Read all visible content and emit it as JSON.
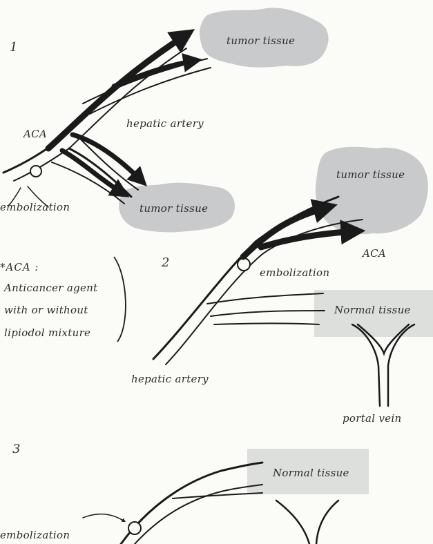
{
  "diagrams": {
    "d1": {
      "number": "1",
      "tumor_top": "tumor tissue",
      "tumor_bottom": "tumor tissue",
      "artery": "hepatic artery",
      "aca": "ACA",
      "embolization": "embolization"
    },
    "d2": {
      "number": "2",
      "tumor": "tumor tissue",
      "aca": "ACA",
      "embolization": "embolization",
      "normal": "Normal tissue",
      "artery": "hepatic artery",
      "portal": "portal vein"
    },
    "d3": {
      "number": "3",
      "normal": "Normal tissue",
      "embolization": "embolization"
    }
  },
  "legend": {
    "title": "*ACA :",
    "lines": [
      "Anticancer agent",
      "with or without",
      "lipiodol mixture"
    ]
  },
  "colors": {
    "ink": "#1a1a1a",
    "tumor": "#c8cacb",
    "normal": "#dcdfdc",
    "paper": "#fbfbf8"
  }
}
